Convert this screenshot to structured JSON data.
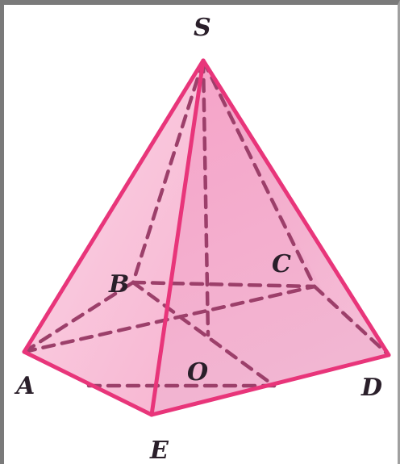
{
  "figure": {
    "labels": {
      "apex": "S",
      "a": "A",
      "b": "B",
      "c": "C",
      "d": "D",
      "e": "E",
      "o": "O"
    },
    "colors": {
      "edge": "#e8357a",
      "hidden_edge": "#9c3f6a",
      "face_light": "#fbd3e4",
      "face_mid": "#f6a9cb",
      "face_dark": "#ee86b6",
      "label": "#2a1f2a"
    }
  }
}
